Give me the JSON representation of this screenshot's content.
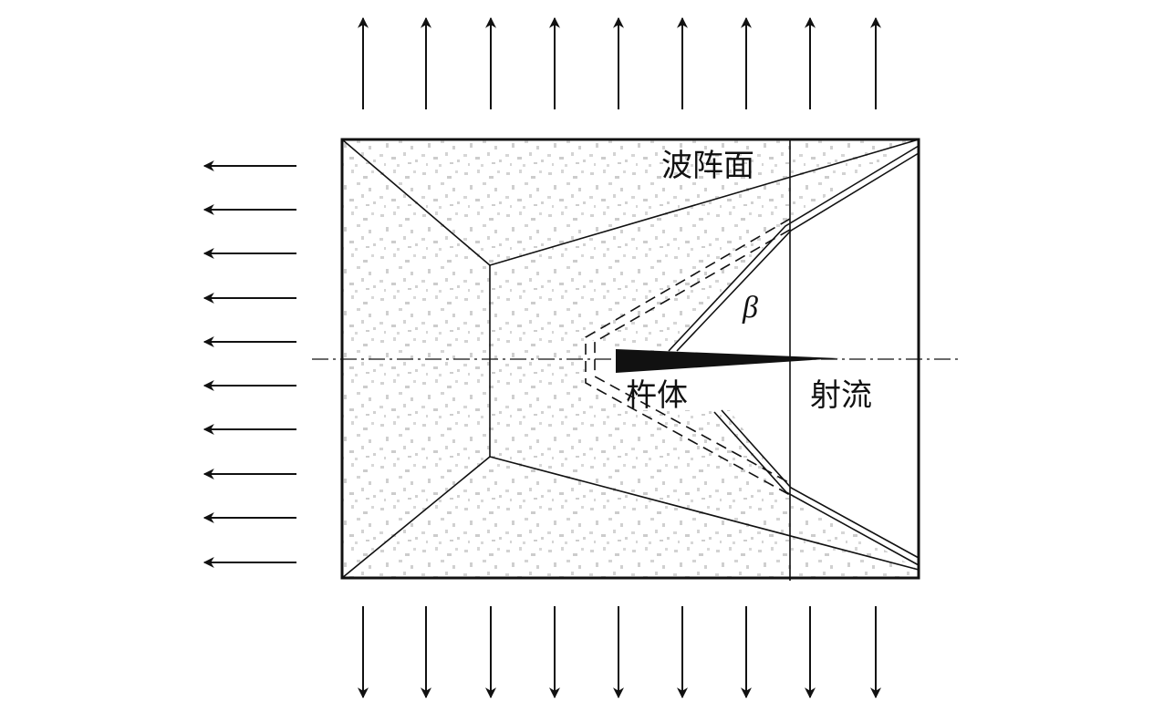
{
  "labels": {
    "wavefront": "波阵面",
    "beta": "β",
    "slug": "杵体",
    "jet": "射流"
  },
  "colors": {
    "stroke": "#111111",
    "speckle": "#cfcfcf",
    "background": "#ffffff"
  },
  "arrows": {
    "top_count": 9,
    "bottom_count": 9,
    "left_count": 10
  }
}
